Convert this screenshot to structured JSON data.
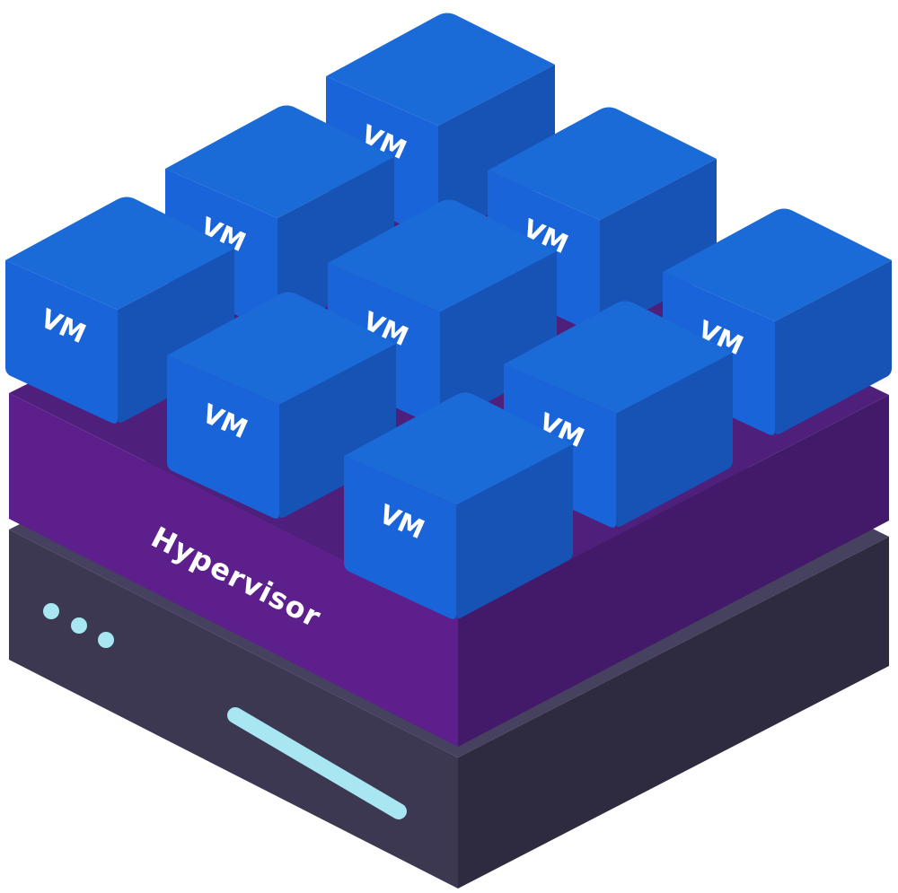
{
  "diagram": {
    "vm_label": "VM",
    "vm_count": 9,
    "hypervisor_label": "Hypervisor",
    "server_indicator_count": 3,
    "colors": {
      "background": "#ffffff",
      "server_top": "#45415f",
      "server_left": "#3c3852",
      "server_right": "#2e2b40",
      "server_led": "#a8e6f2",
      "hypervisor_top": "#4f1f7c",
      "hypervisor_left": "#5c1f8c",
      "hypervisor_right": "#431a6a",
      "vm_top": "#1a6ad8",
      "vm_front": "#1864d8",
      "vm_side": "#1752b5"
    }
  }
}
